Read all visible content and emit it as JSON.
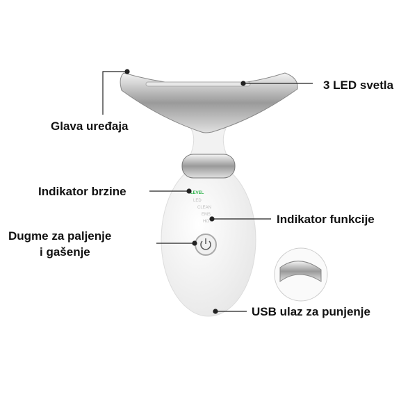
{
  "labels": {
    "led_lights": "3 LED svetla",
    "head": "Glava uređaja",
    "speed_indicator": "Indikator brzine",
    "function_indicator": "Indikator funkcije",
    "power_button_line1": "Dugme za paljenje",
    "power_button_line2": "i gašenje",
    "usb_port": "USB ulaz za punjenje"
  },
  "device_text": {
    "level": "LEVEL",
    "modes": [
      "LED",
      "CLEAN",
      "EMS",
      "HOT"
    ]
  },
  "colors": {
    "indicator_green": "#2db34a"
  }
}
